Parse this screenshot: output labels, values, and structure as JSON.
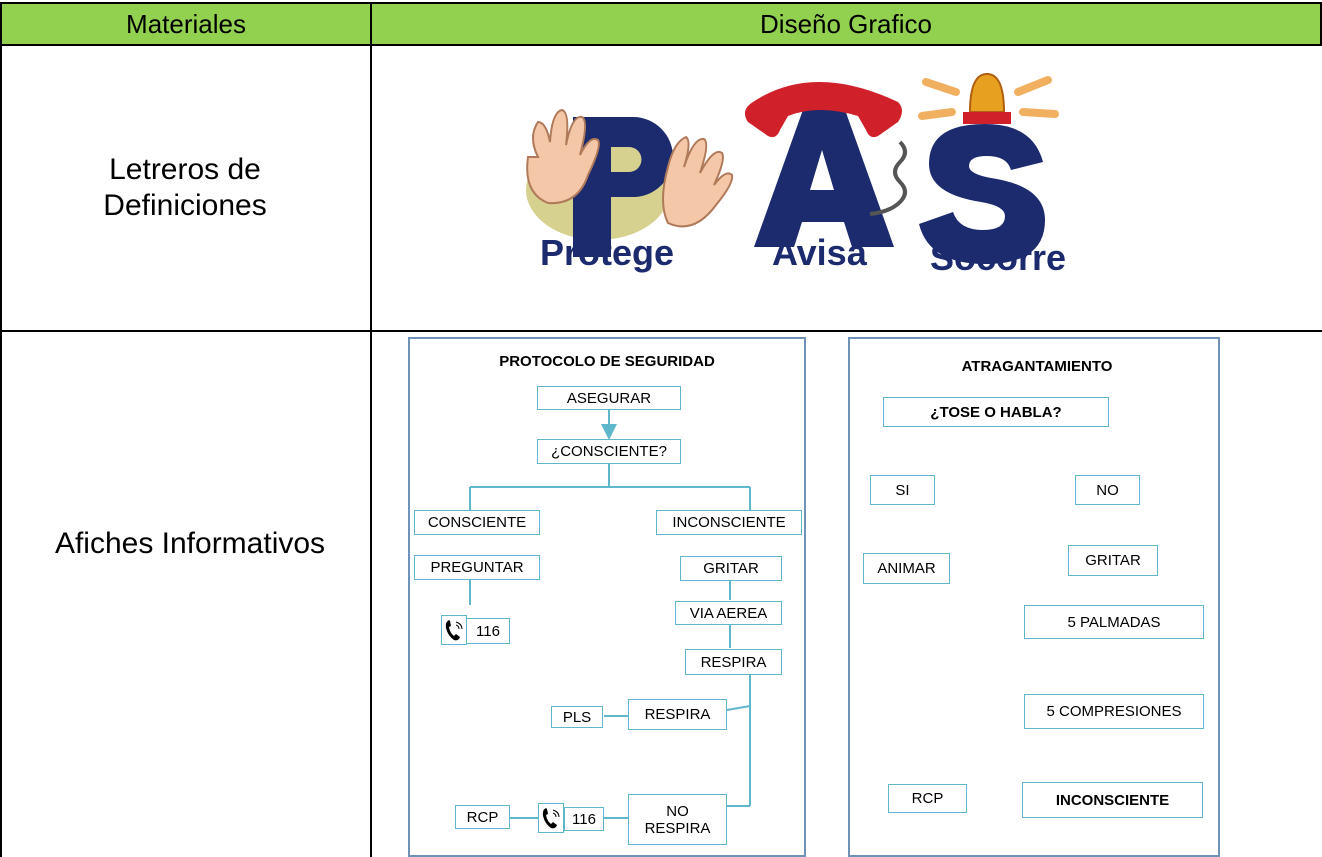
{
  "table": {
    "headers": {
      "materials": "Materiales",
      "design": "Diseño Grafico"
    },
    "rows": [
      {
        "label": "Letreros de Definiciones"
      },
      {
        "label": "Afiches Informativos"
      }
    ]
  },
  "pas_logo": {
    "letters": [
      "P",
      "A",
      "S"
    ],
    "words": [
      "Protege",
      "Avisa",
      "Socorre"
    ],
    "colors": {
      "letter": "#1c2a6e",
      "phone": "#d0202a",
      "siren": "#e8a020",
      "hand": "#f3c7a8"
    }
  },
  "poster_safety": {
    "title": "PROTOCOLO DE SEGURIDAD",
    "asegurar": "ASEGURAR",
    "consciente_q": "¿CONSCIENTE?",
    "consciente": "CONSCIENTE",
    "inconsciente": "INCONSCIENTE",
    "preguntar": "PREGUNTAR",
    "phone1": "116",
    "gritar": "GRITAR",
    "via_aerea": "VIA AEREA",
    "respira1": "RESPIRA",
    "respira2": "RESPIRA",
    "pls": "PLS",
    "rcp": "RCP",
    "phone2": "116",
    "no_respira": "NO RESPIRA"
  },
  "poster_choke": {
    "title": "ATRAGANTAMIENTO",
    "tose": "¿TOSE O HABLA?",
    "si": "SI",
    "no": "NO",
    "animar": "ANIMAR",
    "gritar": "GRITAR",
    "palmadas": "5 PALMADAS",
    "compresiones": "5 COMPRESIONES",
    "rcp": "RCP",
    "inconsciente": "INCONSCIENTE"
  },
  "colors": {
    "header_bg": "#92d050",
    "poster_border": "#6f93b8",
    "box_border": "#5fb7cc",
    "arrow": "#5fb7cc"
  }
}
